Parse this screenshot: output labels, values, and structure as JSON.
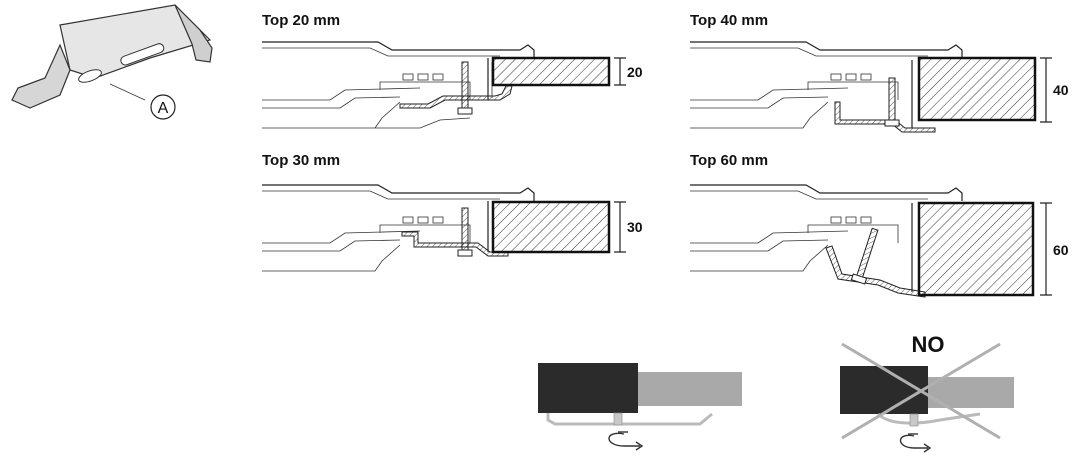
{
  "clip": {
    "callout_letter": "A"
  },
  "panels": [
    {
      "id": "20",
      "title": "Top 20 mm",
      "dimension": "20",
      "worktop_thickness_mm": 20
    },
    {
      "id": "40",
      "title": "Top 40 mm",
      "dimension": "40",
      "worktop_thickness_mm": 40
    },
    {
      "id": "30",
      "title": "Top 30 mm",
      "dimension": "30",
      "worktop_thickness_mm": 30
    },
    {
      "id": "60",
      "title": "Top 60 mm",
      "dimension": "60",
      "worktop_thickness_mm": 60
    }
  ],
  "warning": {
    "label": "NO"
  },
  "colors": {
    "dark_block": "#2b2b2b",
    "grey_block": "#a9a9a9",
    "cross": "#b0b0b0",
    "hatch": "#333333"
  }
}
